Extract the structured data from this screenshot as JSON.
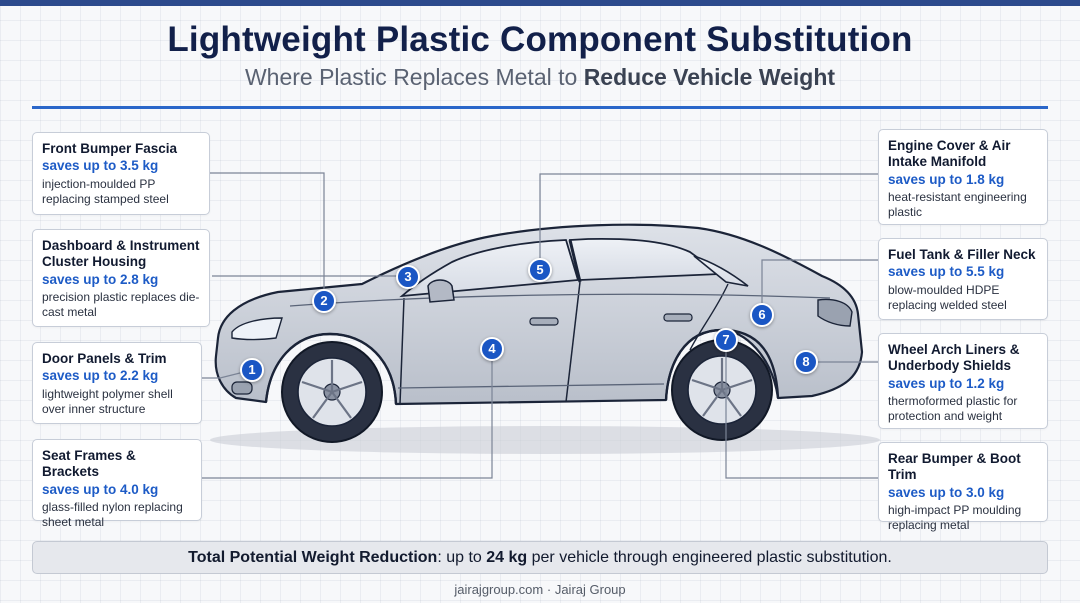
{
  "header": {
    "title": "Lightweight Plastic Component Substitution",
    "subtitle_prefix": "Where Plastic Replaces Metal to ",
    "subtitle_emphasis": "Reduce Vehicle Weight"
  },
  "callouts": [
    {
      "title": "Front Bumper Fascia",
      "saving": "saves up to 3.5 kg",
      "desc": "injection-moulded PP replacing stamped steel"
    },
    {
      "title": "Dashboard & Instrument Cluster Housing",
      "saving": "saves up to 2.8 kg",
      "desc": "precision plastic replaces die-cast metal"
    },
    {
      "title": "Door Panels & Trim",
      "saving": "saves up to 2.2 kg",
      "desc": "lightweight polymer shell over inner structure"
    },
    {
      "title": "Seat Frames & Brackets",
      "saving": "saves up to 4.0 kg",
      "desc": "glass-filled nylon replacing sheet metal"
    },
    {
      "title": "Engine Cover & Air Intake Manifold",
      "saving": "saves up to 1.8 kg",
      "desc": "heat-resistant engineering plastic"
    },
    {
      "title": "Fuel Tank & Filler Neck",
      "saving": "saves up to 5.5 kg",
      "desc": "blow-moulded HDPE replacing welded steel"
    },
    {
      "title": "Wheel Arch Liners & Underbody Shields",
      "saving": "saves up to 1.2 kg",
      "desc": "thermoformed plastic for protection and weight"
    },
    {
      "title": "Rear Bumper & Boot Trim",
      "saving": "saves up to 3.0 kg",
      "desc": "high-impact PP moulding replacing metal"
    }
  ],
  "markers": [
    "1",
    "2",
    "3",
    "4",
    "5",
    "6",
    "7",
    "8"
  ],
  "total": {
    "label": "Total Potential Weight Reduction",
    "mid": ": up to ",
    "value": "24 kg",
    "tail": " per vehicle through engineered plastic substitution."
  },
  "footer": {
    "site": "jairajgroup.com",
    "sep": "·",
    "brand": "Jairaj Group"
  },
  "colors": {
    "accent": "#1a56c4",
    "title": "#12204a",
    "car_body": "#c9ced8",
    "car_outline": "#1b2438"
  }
}
